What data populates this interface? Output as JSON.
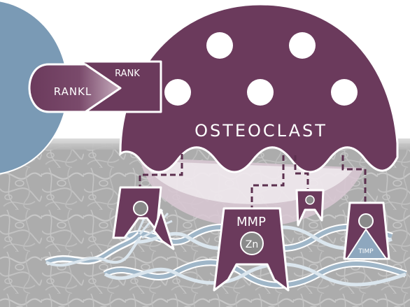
{
  "labels": {
    "rankl": "RANKL",
    "rank": "RANK",
    "osteoclast": "OSTEOCLAST",
    "mmp": "MMP",
    "zn": "Zn",
    "timp": "TIMP"
  },
  "colors": {
    "osteoclast": "#6b3a5c",
    "osteoclast_dark": "#5b2f4e",
    "bone_matrix": "#a9a9a9",
    "blue_cell": "#7a9ab5",
    "collagen_light": "#dbe6ee",
    "collagen_dark": "#9fb6c8",
    "zinc": "#8a8a8a",
    "timp_fill": "#8ea7be"
  }
}
